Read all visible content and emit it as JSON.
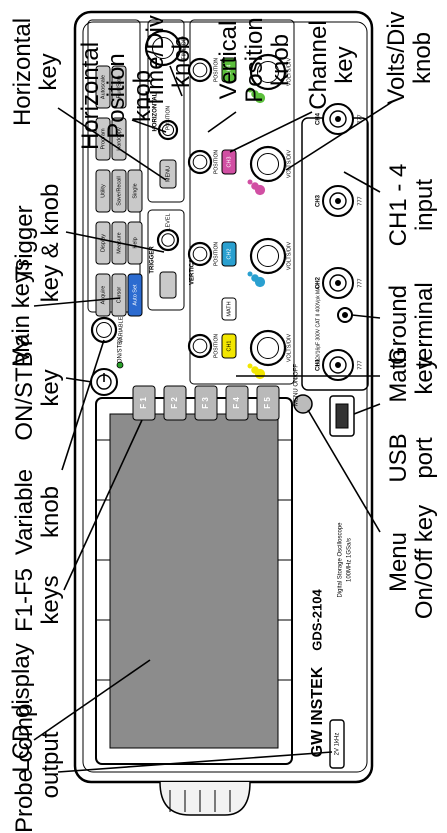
{
  "callouts": {
    "horizontal_key": [
      "Horizontal",
      "key"
    ],
    "horizontal_position_knob": [
      "Horizontal",
      "Position",
      "knob"
    ],
    "time_div_knob": [
      "Time/Div",
      "knob"
    ],
    "vertical_position_knob": [
      "Vertical",
      "Position",
      "knob"
    ],
    "channel_key": [
      "Channel",
      "key"
    ],
    "volts_div_knob": [
      "Volts/Div",
      "knob"
    ],
    "ch_input": [
      "CH1 - 4",
      "input"
    ],
    "trigger_key_knob": [
      "Trigger",
      "key & knob"
    ],
    "main_keys": [
      "Main keys"
    ],
    "ground_terminal": [
      "Ground",
      "terminal"
    ],
    "on_stby_key": [
      "ON/STBY",
      "key"
    ],
    "math_key": [
      "Math",
      "key"
    ],
    "variable_knob": [
      "Variable",
      "knob"
    ],
    "usb_port": [
      "USB",
      "port"
    ],
    "f_keys": [
      "F1-F5",
      "keys"
    ],
    "menu_key": [
      "Menu",
      "On/Off key"
    ],
    "lcd_display": [
      "LCD display"
    ],
    "probe_comp": [
      "Probe comp.",
      "output"
    ]
  },
  "panel": {
    "brand": "GW INSTEK",
    "model": "GDS-2104",
    "product_line": "Digital Storage Oscilloscope",
    "bandwidth": "100MHz  1GSa/s",
    "on_stby": "ON/STBY",
    "variable": "VARIABLE",
    "menu_on_off": "MENU ON/OFF",
    "horizontal_title": "HORIZONTAL",
    "horizontal_menu": "MENU",
    "time_div": "TIME/DIV",
    "position": "POSITION",
    "trigger_title": "TRIGGER",
    "level": "LEVEL",
    "vertical_title": "VERTICAL",
    "volts_div": "VOLTS/DIV",
    "math": "MATH",
    "ch_rating": "1MΩ//16pF  300V CAT II  400Vpk MAX",
    "probe_label": "2V  1kHz",
    "f_keys": [
      "F 1",
      "F 2",
      "F 3",
      "F 4",
      "F 5"
    ],
    "main_key_rows": [
      [
        "Acquire",
        "Display",
        "Utility",
        "Program",
        "Autoscale"
      ],
      [
        "Cursor",
        "Measure",
        "Save/Recall",
        "Hardcopy",
        "Run/Stop"
      ],
      [
        "Auto Set",
        "Help",
        "Single"
      ]
    ],
    "channels": [
      {
        "key": "CH1",
        "color": "#f2e600"
      },
      {
        "key": "CH2",
        "color": "#2aa0d0"
      },
      {
        "key": "CH3",
        "color": "#d14fa3"
      },
      {
        "key": "CH4",
        "color": "#5cbf3c"
      }
    ]
  }
}
